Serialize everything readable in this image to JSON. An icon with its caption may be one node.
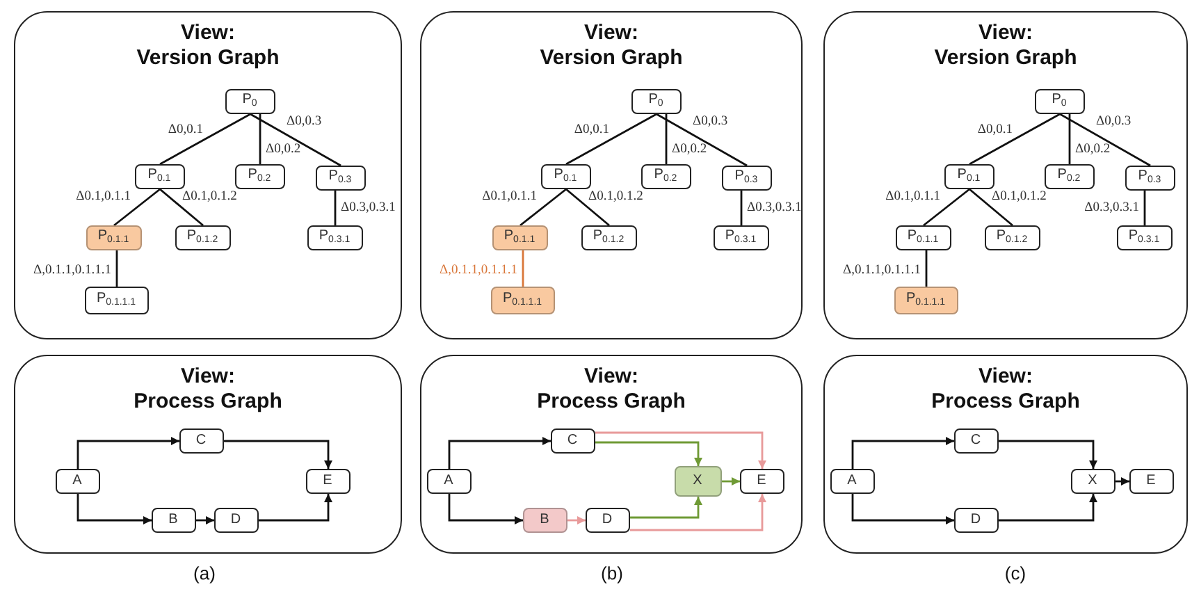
{
  "diagram": {
    "nodes": [
      {
        "text": [
          "View: Version Graph"
        ]
      },
      {
        "text": [
          "P$_{0}$"
        ],
        "in": 0
      },
      {
        "text": [
          "P$_{0.1}$"
        ],
        "in": 0
      },
      {
        "text": [
          "P$_{0.2}$"
        ],
        "in": 0
      },
      {
        "text": [
          "P$_{0.3}$"
        ],
        "in": 0
      },
      {
        "text": [
          "P$_{0.1.1}$"
        ],
        "in": 0
      },
      {
        "text": [
          "P$_{0.1.2}$"
        ],
        "in": 0
      },
      {
        "text": [
          "P$_{0.3.1}$"
        ],
        "in": 0
      },
      {
        "text": [
          "P$_{0.1.1.1}$"
        ],
        "in": 0
      },
      {
        "text": [
          "View: Version Graph"
        ]
      },
      {
        "text": [
          "P$_{0}$"
        ],
        "in": 9
      },
      {
        "text": [
          "P$_{0.1}$"
        ],
        "in": 9
      },
      {
        "text": [
          "P$_{0.2}$"
        ],
        "in": 9
      },
      {
        "text": [
          "P$_{0.3}$"
        ],
        "in": 9
      },
      {
        "text": [
          "P$_{0.1.1}$"
        ],
        "in": 9
      },
      {
        "text": [
          "P$_{0.1.2}$"
        ],
        "in": 9
      },
      {
        "text": [
          "P$_{0.3.1}$"
        ],
        "in": 9
      },
      {
        "text": [
          "P$_{0.1.1.1}$"
        ],
        "in": 9
      },
      {
        "text": [
          "View: Version Graph"
        ]
      },
      {
        "text": [
          "P$_{0}$"
        ],
        "in": 18
      },
      {
        "text": [
          "P$_{0.1}$"
        ],
        "in": 18
      },
      {
        "text": [
          "P$_{0.2}$"
        ],
        "in": 18
      },
      {
        "text": [
          "P$_{0.3}$"
        ],
        "in": 18
      },
      {
        "text": [
          "P$_{0.1.1}$"
        ],
        "in": 18
      },
      {
        "text": [
          "P$_{0.1.2}$"
        ],
        "in": 18
      },
      {
        "text": [
          "P$_{0.3.1}$"
        ],
        "in": 18
      },
      {
        "text": [
          "P$_{0.1.1.1}$"
        ],
        "in": 18
      },
      {
        "text": [
          "View: Process Graph"
        ]
      },
      {
        "text": [
          "A"
        ],
        "in": 27
      },
      {
        "text": [
          "C"
        ],
        "in": 27
      },
      {
        "text": [
          "B"
        ],
        "in": 27
      },
      {
        "text": [
          "D"
        ],
        "in": 27
      },
      {
        "text": [
          "E"
        ],
        "in": 27
      },
      {
        "text": [
          "View: Process Graph"
        ]
      },
      {
        "text": [
          "A"
        ],
        "in": 33
      },
      {
        "text": [
          "C"
        ],
        "in": 33
      },
      {
        "text": [
          "B"
        ],
        "in": 33
      },
      {
        "text": [
          "D"
        ],
        "in": 33
      },
      {
        "text": [
          "X"
        ],
        "in": 33
      },
      {
        "text": [
          "E"
        ],
        "in": 33
      },
      {
        "text": [
          "View: Process Graph"
        ]
      },
      {
        "text": [
          "A"
        ],
        "in": 40
      },
      {
        "text": [
          "C"
        ],
        "in": 40
      },
      {
        "text": [
          "D"
        ],
        "in": 40
      },
      {
        "text": [
          "X"
        ],
        "in": 40
      },
      {
        "text": [
          "E"
        ],
        "in": 40
      }
    ],
    "edges": [
      {
        "from": 1,
        "to": 2,
        "arrow": "none",
        "label": "Δ0,0.1"
      },
      {
        "from": 1,
        "to": 3,
        "arrow": "none",
        "label": "Δ0,0.2"
      },
      {
        "from": 1,
        "to": 4,
        "arrow": "none",
        "label": "Δ0,0.3"
      },
      {
        "from": 2,
        "to": 5,
        "arrow": "none",
        "label": "Δ0.1,0.1.1"
      },
      {
        "from": 2,
        "to": 6,
        "arrow": "none",
        "label": "Δ0.1,0.1.2"
      },
      {
        "from": 4,
        "to": 7,
        "arrow": "none",
        "label": "Δ0.3,0.3.1"
      },
      {
        "from": 5,
        "to": 8,
        "arrow": "none",
        "label": "Δ,0.1.1,0.1.1.1"
      },
      {
        "from": 10,
        "to": 11,
        "arrow": "none",
        "label": "Δ0,0.1"
      },
      {
        "from": 10,
        "to": 12,
        "arrow": "none",
        "label": "Δ0,0.2"
      },
      {
        "from": 10,
        "to": 13,
        "arrow": "none",
        "label": "Δ0,0.3"
      },
      {
        "from": 11,
        "to": 14,
        "arrow": "none",
        "label": "Δ0.1,0.1.1"
      },
      {
        "from": 11,
        "to": 15,
        "arrow": "none",
        "label": "Δ0.1,0.1.2"
      },
      {
        "from": 13,
        "to": 16,
        "arrow": "none",
        "label": "Δ0.3,0.3.1"
      },
      {
        "from": 14,
        "to": 17,
        "arrow": "none",
        "label": "Δ,0.1.1,0.1.1.1",
        "color": "#d9773a"
      },
      {
        "from": 19,
        "to": 20,
        "arrow": "none",
        "label": "Δ0,0.1"
      },
      {
        "from": 19,
        "to": 21,
        "arrow": "none",
        "label": "Δ0,0.2"
      },
      {
        "from": 19,
        "to": 22,
        "arrow": "none",
        "label": "Δ0,0.3"
      },
      {
        "from": 20,
        "to": 23,
        "arrow": "none",
        "label": "Δ0.1,0.1.1"
      },
      {
        "from": 20,
        "to": 24,
        "arrow": "none",
        "label": "Δ0.1,0.1.2"
      },
      {
        "from": 22,
        "to": 25,
        "arrow": "none",
        "label": "Δ0.3,0.3.1"
      },
      {
        "from": 23,
        "to": 26,
        "arrow": "none",
        "label": "Δ,0.1.1,0.1.1.1"
      },
      {
        "from": 28,
        "to": 29,
        "arrow": "to"
      },
      {
        "from": 28,
        "to": 30,
        "arrow": "to"
      },
      {
        "from": 29,
        "to": 32,
        "arrow": "to"
      },
      {
        "from": 30,
        "to": 31,
        "arrow": "to"
      },
      {
        "from": 31,
        "to": 32,
        "arrow": "to"
      },
      {
        "from": 34,
        "to": 35,
        "arrow": "to"
      },
      {
        "from": 34,
        "to": 36,
        "arrow": "to"
      },
      {
        "from": 36,
        "to": 37,
        "arrow": "to",
        "color": "#e89a9a"
      },
      {
        "from": 35,
        "to": 39,
        "arrow": "to",
        "color": "#e89a9a"
      },
      {
        "from": 35,
        "to": 38,
        "arrow": "to",
        "color": "#6f9a35"
      },
      {
        "from": 37,
        "to": 38,
        "arrow": "to",
        "color": "#6f9a35"
      },
      {
        "from": 37,
        "to": 39,
        "arrow": "to",
        "color": "#e89a9a"
      },
      {
        "from": 38,
        "to": 39,
        "arrow": "to",
        "color": "#6f9a35"
      },
      {
        "from": 41,
        "to": 42,
        "arrow": "to"
      },
      {
        "from": 41,
        "to": 43,
        "arrow": "to"
      },
      {
        "from": 42,
        "to": 44,
        "arrow": "to"
      },
      {
        "from": 43,
        "to": 44,
        "arrow": "to"
      },
      {
        "from": 44,
        "to": 45,
        "arrow": "to"
      }
    ],
    "labels": [
      "(a)",
      "(b)",
      "(c)"
    ]
  }
}
